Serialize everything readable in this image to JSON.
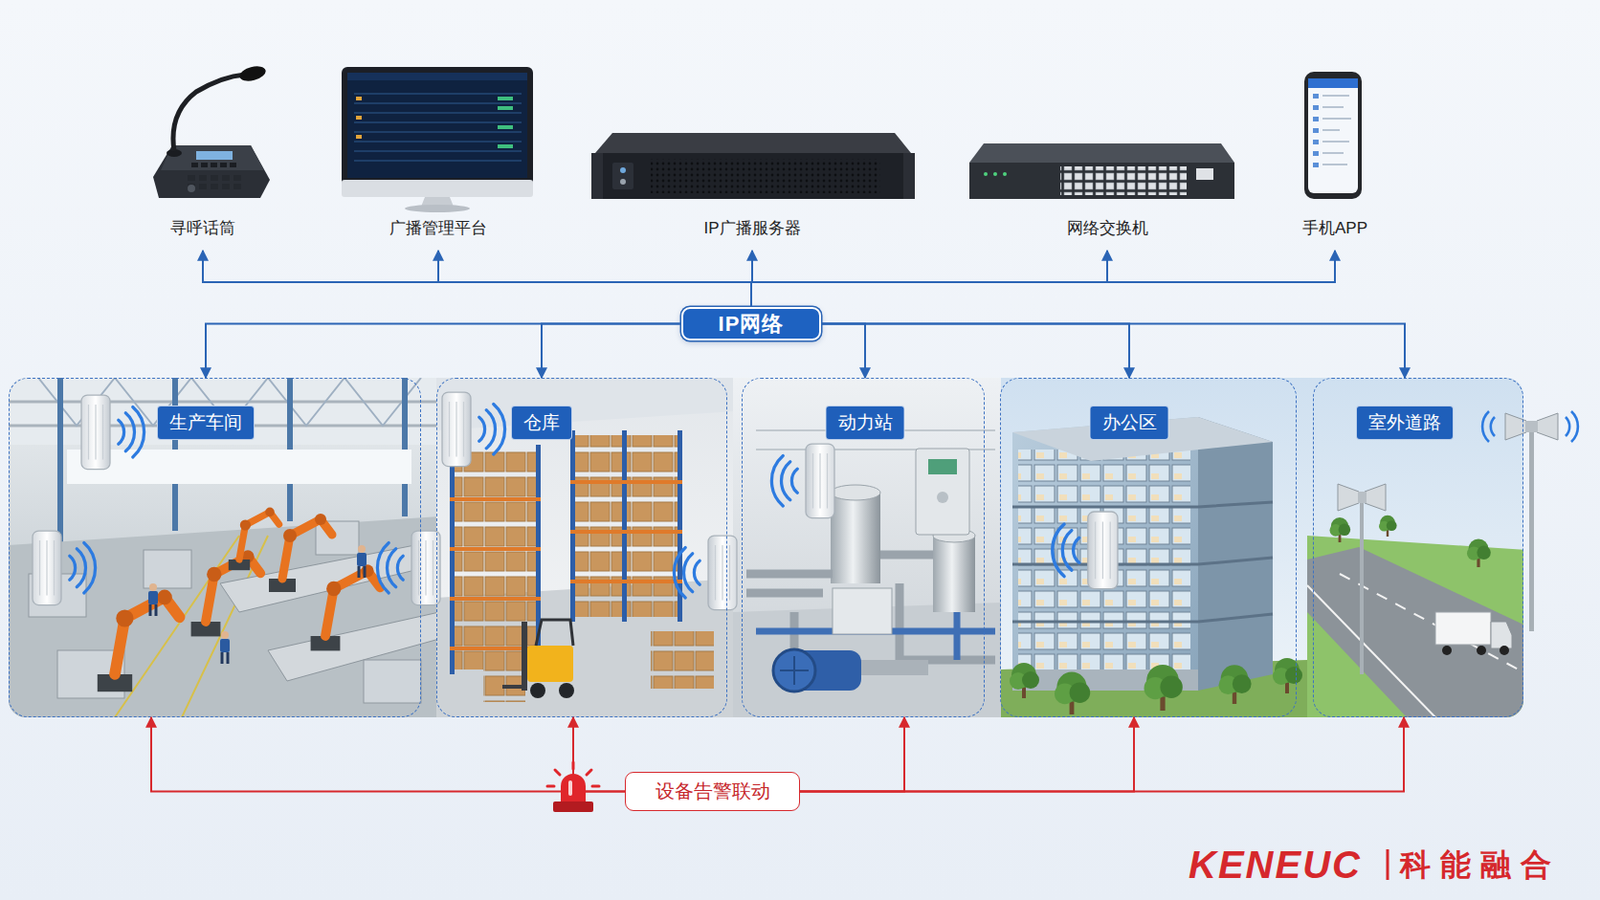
{
  "diagram": {
    "nodes": [
      {
        "text": [
          "寻呼话筒"
        ]
      },
      {
        "text": [
          "广播管理平台"
        ]
      },
      {
        "text": [
          "IP广播服务器"
        ]
      },
      {
        "text": [
          "网络交换机"
        ]
      },
      {
        "text": [
          "手机APP"
        ]
      },
      {
        "text": [
          "IP网络"
        ]
      },
      {
        "text": [
          "生产车间"
        ]
      },
      {
        "text": [
          "仓库"
        ]
      },
      {
        "text": [
          "动力站"
        ]
      },
      {
        "text": [
          "办公区"
        ]
      },
      {
        "text": [
          "室外道路"
        ]
      },
      {
        "text": [
          "设备告警联动"
        ]
      }
    ],
    "edges": [
      {
        "from": 5,
        "to": 0,
        "arrow": "to"
      },
      {
        "from": 5,
        "to": 1,
        "arrow": "to"
      },
      {
        "from": 5,
        "to": 2,
        "arrow": "to"
      },
      {
        "from": 5,
        "to": 3,
        "arrow": "to"
      },
      {
        "from": 5,
        "to": 4,
        "arrow": "to"
      },
      {
        "from": 5,
        "to": 6,
        "arrow": "to"
      },
      {
        "from": 5,
        "to": 7,
        "arrow": "to"
      },
      {
        "from": 5,
        "to": 8,
        "arrow": "to"
      },
      {
        "from": 5,
        "to": 9,
        "arrow": "to"
      },
      {
        "from": 5,
        "to": 10,
        "arrow": "to"
      },
      {
        "from": 11,
        "to": 6,
        "arrow": "to"
      },
      {
        "from": 11,
        "to": 7,
        "arrow": "to"
      },
      {
        "from": 11,
        "to": 8,
        "arrow": "to"
      },
      {
        "from": 11,
        "to": 9,
        "arrow": "to"
      },
      {
        "from": 11,
        "to": 10,
        "arrow": "to"
      }
    ],
    "labels": [
      "KENEUC",
      "科能融合"
    ]
  }
}
